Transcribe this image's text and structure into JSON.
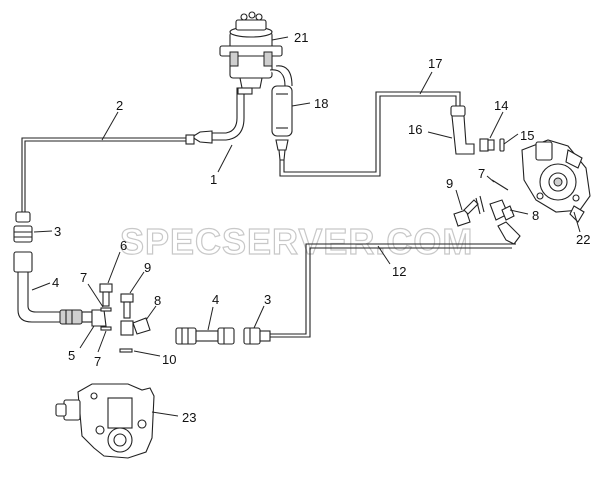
{
  "watermark": "SPECSERVER.COM",
  "colors": {
    "line": "#222222",
    "watermark": "#c8c8c8",
    "background": "#ffffff"
  },
  "callouts": {
    "c1": "1",
    "c2": "2",
    "c3a": "3",
    "c3b": "3",
    "c4a": "4",
    "c4b": "4",
    "c5": "5",
    "c6": "6",
    "c7a": "7",
    "c7b": "7",
    "c7c": "7",
    "c8a": "8",
    "c8b": "8",
    "c9a": "9",
    "c9b": "9",
    "c10": "10",
    "c12": "12",
    "c14": "14",
    "c15": "15",
    "c16": "16",
    "c17": "17",
    "c18": "18",
    "c21": "21",
    "c22": "22",
    "c23": "23"
  }
}
